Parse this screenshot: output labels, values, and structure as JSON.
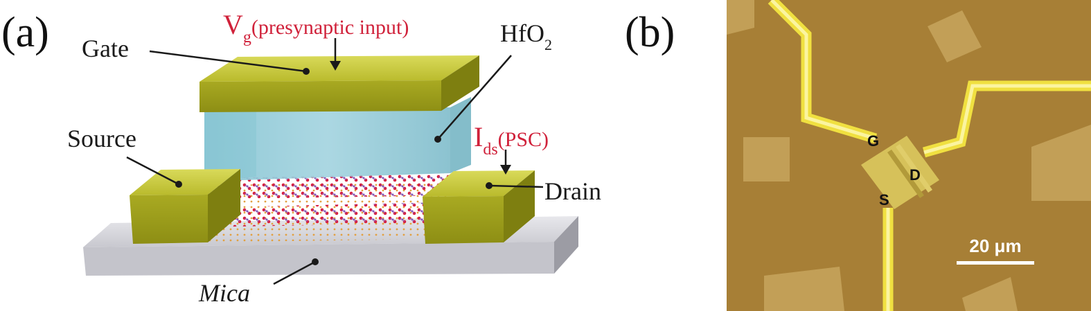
{
  "panel_a": {
    "panel_label": "(a)",
    "gate": "Gate",
    "vg_main": "V",
    "vg_sub": "g",
    "vg_desc": "(presynaptic input)",
    "oxide_main": "HfO",
    "oxide_sub": "2",
    "source": "Source",
    "ids_main": "I",
    "ids_sub": "ds",
    "ids_desc": "(PSC)",
    "drain": "Drain",
    "substrate": "Mica"
  },
  "panel_b": {
    "panel_label": "(b)",
    "g": "G",
    "d": "D",
    "s": "S",
    "scale_bar": "20 μm"
  },
  "colors": {
    "electrode": "#c5c636",
    "oxide": "#8fc8d6",
    "accent_red": "#d0213a",
    "micrograph_bg": "#a77f36"
  }
}
